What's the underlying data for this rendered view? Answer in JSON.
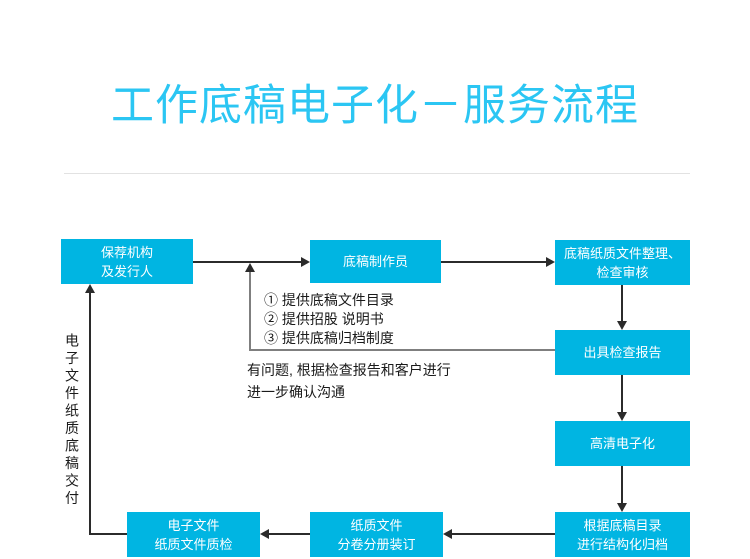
{
  "page": {
    "title": "工作底稿电子化－服务流程"
  },
  "colors": {
    "title_accent": "#2bc6f3",
    "node_fill": "#00b5e2",
    "node_text": "#ffffff",
    "flow_line": "#2b2b2b",
    "feedback_line": "#7f7f7f",
    "divider": "#e2e2e2",
    "annotation_text": "#1a1a1a",
    "background": "#ffffff"
  },
  "flowchart": {
    "nodes": [
      {
        "id": "sponsor",
        "lines": [
          "保荐机构",
          "及发行人"
        ]
      },
      {
        "id": "drafter",
        "lines": [
          "底稿制作员"
        ]
      },
      {
        "id": "organize",
        "lines": [
          "底稿纸质文件整理、",
          "检查审核"
        ]
      },
      {
        "id": "report",
        "lines": [
          "出具检查报告"
        ]
      },
      {
        "id": "digitize",
        "lines": [
          "高清电子化"
        ]
      },
      {
        "id": "archive",
        "lines": [
          "根据底稿目录",
          "进行结构化归档"
        ]
      },
      {
        "id": "binding",
        "lines": [
          "纸质文件",
          "分卷分册装订"
        ]
      },
      {
        "id": "qc",
        "lines": [
          "电子文件",
          "纸质文件质检"
        ]
      }
    ],
    "annotations": {
      "provide_list": [
        "① 提供底稿文件目录",
        "② 提供招股 说明书",
        "③ 提供底稿归档制度"
      ],
      "issue_note": [
        "有问题, 根据检查报告和客户进行",
        "进一步确认沟通"
      ],
      "delivery_label": "电子文件纸质底稿交付"
    }
  }
}
